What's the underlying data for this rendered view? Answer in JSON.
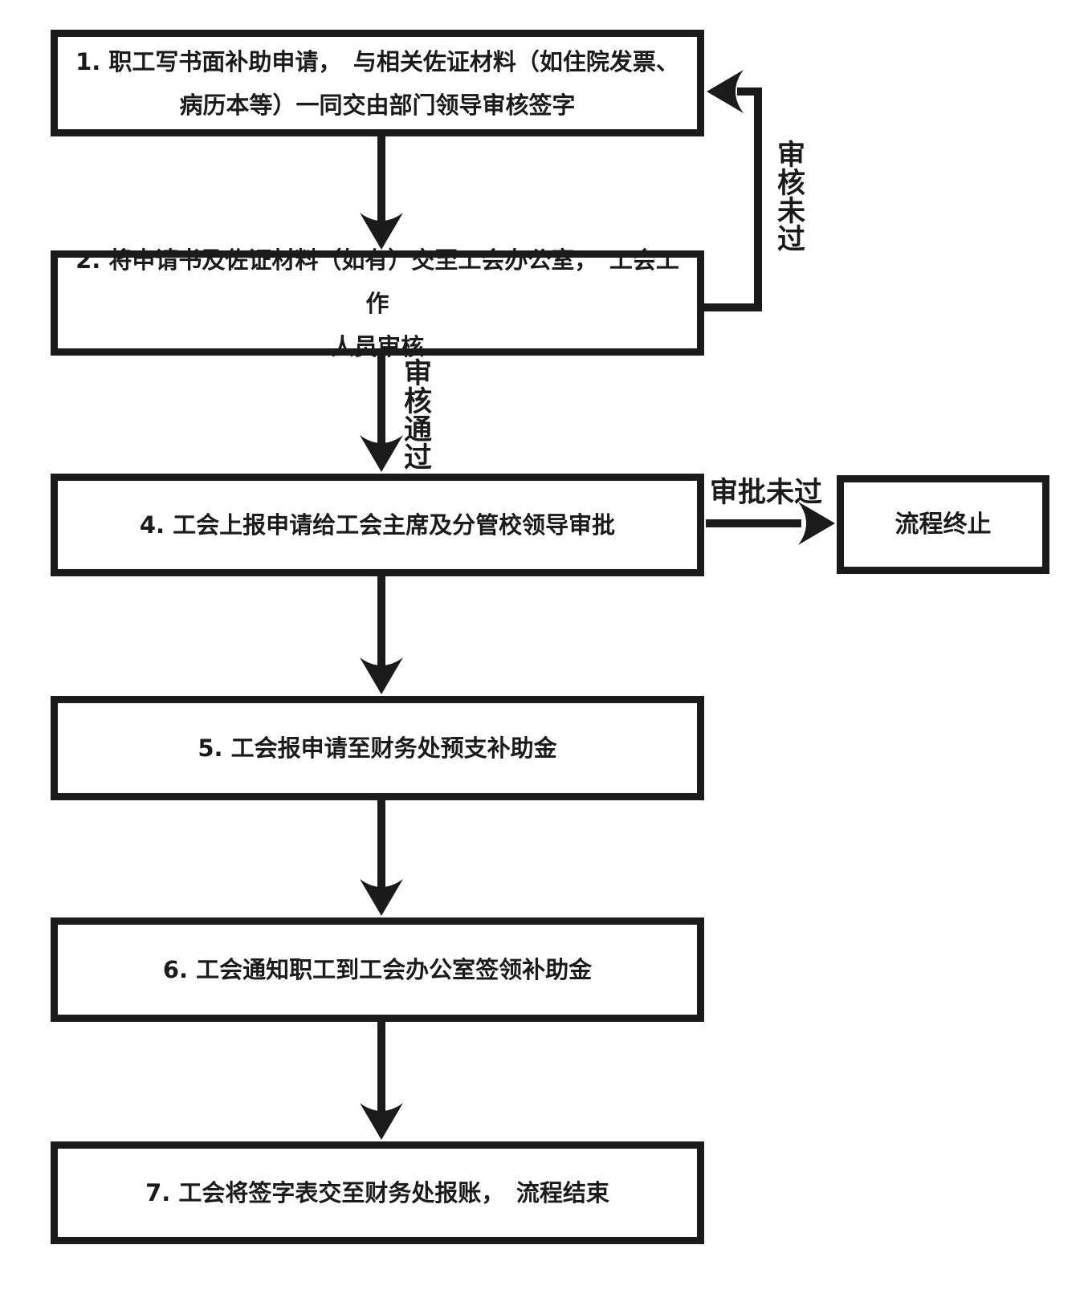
{
  "flowchart": {
    "steps": [
      {
        "id": "step-1",
        "label": "1. 职工写书面补助申请，　与相关佐证材料（如住院发票、\n病历本等）一同交由部门领导审核签字"
      },
      {
        "id": "step-2",
        "label": "2. 将申请书及佐证材料（如有）交至工会办公室，　工会工作\n人员审核"
      },
      {
        "id": "step-4",
        "label": "4. 工会上报申请给工会主席及分管校领导审批"
      },
      {
        "id": "step-5",
        "label": "5. 工会报申请至财务处预支补助金"
      },
      {
        "id": "step-6",
        "label": "6. 工会通知职工到工会办公室签领补助金"
      },
      {
        "id": "step-7",
        "label": "7. 工会将签字表交至财务处报账，　流程结束"
      }
    ],
    "terminal": {
      "label": "流程终止"
    },
    "edge_labels": {
      "review_failed": "审核未过",
      "review_passed": "审核通过",
      "approval_failed": "审批未过"
    },
    "colors": {
      "line": "#1b1b1b",
      "text": "#1b1b1b",
      "background": "#ffffff"
    }
  }
}
